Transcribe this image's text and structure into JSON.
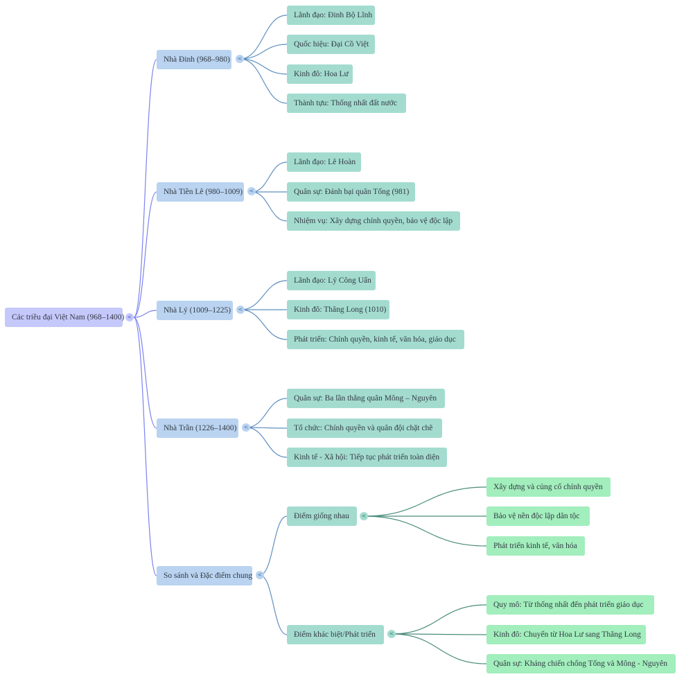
{
  "mindmap": {
    "root": {
      "label": "Các triều đại Việt Nam (968–1400)"
    },
    "dynasties": [
      {
        "label": "Nhà Đinh (968–980)",
        "items": [
          "Lãnh đạo: Đinh Bộ Lĩnh",
          "Quốc hiệu: Đại Cồ Việt",
          "Kinh đô: Hoa Lư",
          "Thành tựu: Thống nhất đất nước"
        ]
      },
      {
        "label": "Nhà Tiền Lê (980–1009)",
        "items": [
          "Lãnh đạo: Lê Hoàn",
          "Quân sự: Đánh bại quân Tống (981)",
          "Nhiệm vụ: Xây dựng chính quyền, bảo vệ độc lập"
        ]
      },
      {
        "label": "Nhà Lý (1009–1225)",
        "items": [
          "Lãnh đạo: Lý Công Uẩn",
          "Kinh đô: Thăng Long (1010)",
          "Phát triển: Chính quyền, kinh tế, văn hóa, giáo dục"
        ]
      },
      {
        "label": "Nhà Trần (1226–1400)",
        "items": [
          "Quân sự: Ba lần thắng quân Mông – Nguyên",
          "Tổ chức: Chính quyền và quân đội chặt chẽ",
          "Kinh tế - Xã hội: Tiếp tục phát triển toàn diện"
        ]
      }
    ],
    "comparison": {
      "label": "So sánh và Đặc điểm chung",
      "groups": [
        {
          "label": "Điểm giống nhau",
          "items": [
            "Xây dựng và củng cố chính quyền",
            "Bảo vệ nền độc lập dân tộc",
            "Phát triển kinh tế, văn hóa"
          ]
        },
        {
          "label": "Điểm khác biệt/Phát triển",
          "items": [
            "Quy mô: Từ thống nhất đến phát triển giáo dục",
            "Kinh đô: Chuyển từ Hoa Lư sang Thăng Long",
            "Quân sự: Kháng chiến chống Tống và Mông - Nguyên"
          ]
        }
      ]
    },
    "collapse_glyph": "<",
    "colors": {
      "root_fill": "#c5c8fb",
      "level1_fill": "#b9d3f0",
      "level2_fill": "#a3dccf",
      "level3_fill": "#a2eebc",
      "root_link": "#7b82ee",
      "level1_link": "#5f8fbf",
      "level2_link": "#4a8c7b"
    }
  }
}
